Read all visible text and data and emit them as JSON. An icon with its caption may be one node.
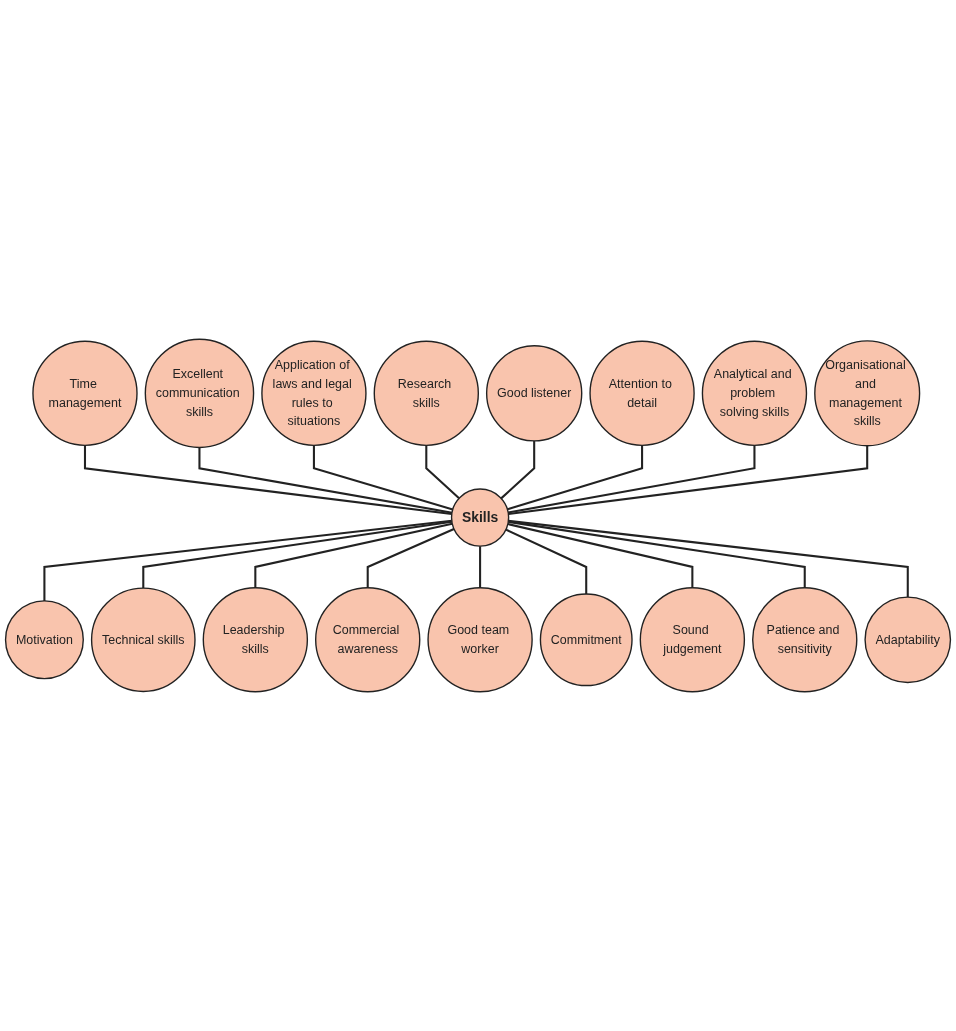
{
  "diagram": {
    "nodes": [
      {
        "text": [
          "Skills"
        ]
      },
      {
        "text": [
          "Time management"
        ]
      },
      {
        "text": [
          "Excellent communication skills"
        ]
      },
      {
        "text": [
          "Application of laws and legal rules to situations"
        ]
      },
      {
        "text": [
          "Research skills"
        ]
      },
      {
        "text": [
          "Good listener"
        ]
      },
      {
        "text": [
          "Attention to detail"
        ]
      },
      {
        "text": [
          "Analytical and problem solving skills"
        ]
      },
      {
        "text": [
          "Organisational and management skills"
        ]
      },
      {
        "text": [
          "Motivation"
        ]
      },
      {
        "text": [
          "Technical skills"
        ]
      },
      {
        "text": [
          "Leadership skills"
        ]
      },
      {
        "text": [
          "Commercial awareness"
        ]
      },
      {
        "text": [
          "Good team worker"
        ]
      },
      {
        "text": [
          "Commitment"
        ]
      },
      {
        "text": [
          "Sound judgement"
        ]
      },
      {
        "text": [
          "Patience and sensitivity"
        ]
      },
      {
        "text": [
          "Adaptability"
        ]
      }
    ],
    "edges": [
      {
        "from": 1,
        "to": 0,
        "arrow": "none"
      },
      {
        "from": 2,
        "to": 0,
        "arrow": "none"
      },
      {
        "from": 3,
        "to": 0,
        "arrow": "none"
      },
      {
        "from": 4,
        "to": 0,
        "arrow": "none"
      },
      {
        "from": 5,
        "to": 0,
        "arrow": "none"
      },
      {
        "from": 6,
        "to": 0,
        "arrow": "none"
      },
      {
        "from": 7,
        "to": 0,
        "arrow": "none"
      },
      {
        "from": 8,
        "to": 0,
        "arrow": "none"
      },
      {
        "from": 0,
        "to": 9,
        "arrow": "none"
      },
      {
        "from": 0,
        "to": 10,
        "arrow": "none"
      },
      {
        "from": 0,
        "to": 11,
        "arrow": "none"
      },
      {
        "from": 0,
        "to": 12,
        "arrow": "none"
      },
      {
        "from": 0,
        "to": 13,
        "arrow": "none"
      },
      {
        "from": 0,
        "to": 14,
        "arrow": "none"
      },
      {
        "from": 0,
        "to": 15,
        "arrow": "none"
      },
      {
        "from": 0,
        "to": 16,
        "arrow": "none"
      },
      {
        "from": 0,
        "to": 17,
        "arrow": "none"
      }
    ]
  }
}
